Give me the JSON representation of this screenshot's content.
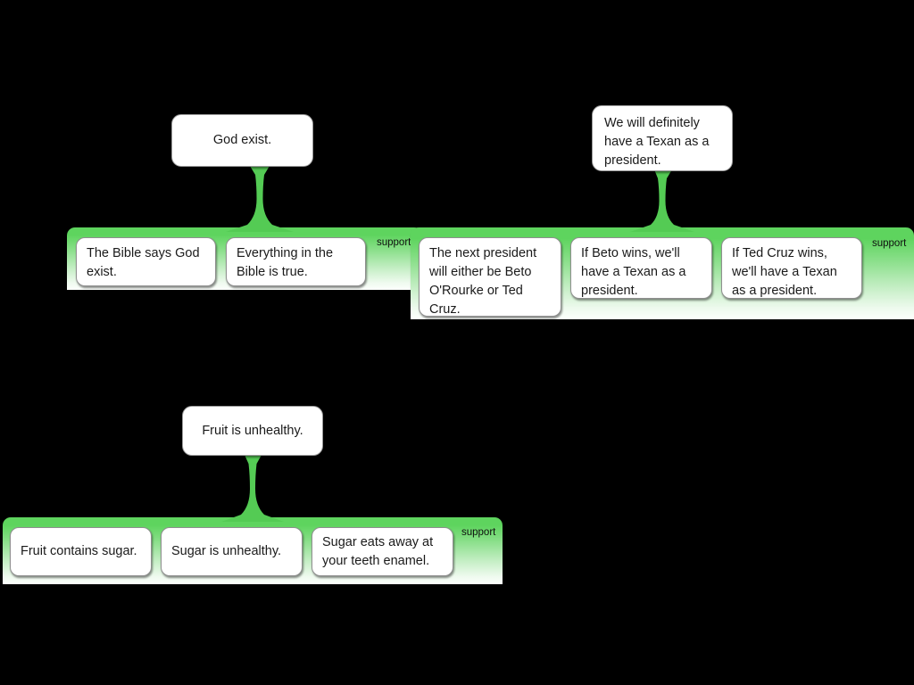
{
  "diagram": {
    "background_color": "#000000",
    "band_color_top": "#5ed45e",
    "band_color_bottom": "#fdfffd",
    "box_fill": "#ffffff",
    "box_border": "#8f8f8f",
    "relation_label": "support"
  },
  "arguments": [
    {
      "id": "god-exists",
      "claim": "God exist.",
      "relation": "support",
      "premises": [
        "The Bible says God exist.",
        "Everything in the Bible is true."
      ]
    },
    {
      "id": "texan-president",
      "claim": "We will definitely have a Texan as a president.",
      "relation": "support",
      "premises": [
        "The next president will either be Beto O'Rourke or Ted Cruz.",
        "If Beto wins, we'll have a Texan as a president.",
        "If Ted Cruz wins, we'll have a Texan as a president."
      ]
    },
    {
      "id": "fruit-unhealthy",
      "claim": "Fruit is unhealthy.",
      "relation": "support",
      "premises": [
        "Fruit contains sugar.",
        "Sugar is unhealthy.",
        "Sugar eats away at your teeth enamel."
      ]
    }
  ]
}
